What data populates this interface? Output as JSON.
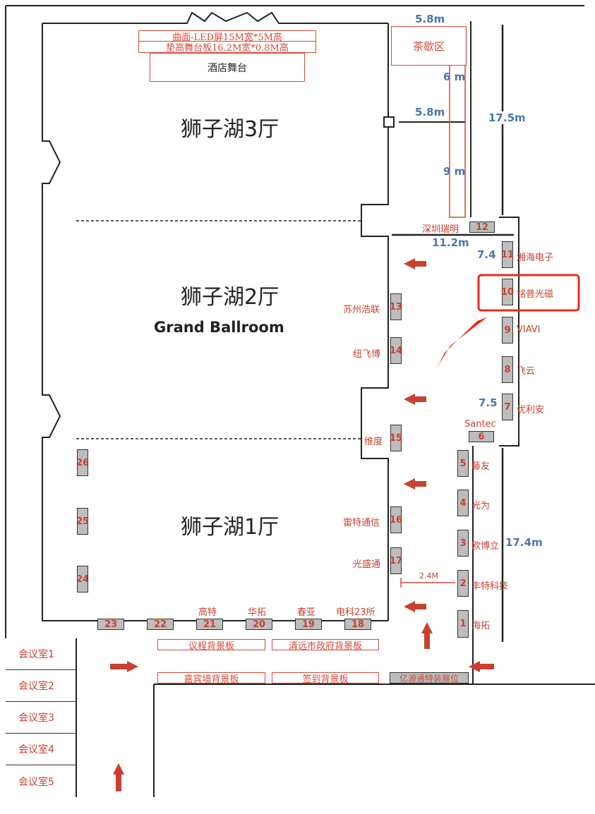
{
  "stage": {
    "led": "曲面-LED屏15M宽*5M高",
    "riser": "垫高舞台板16.2M宽*0.8M高",
    "hotel_stage": "酒店舞台"
  },
  "tea_area": "茶歇区",
  "halls": {
    "hall3": "狮子湖3厅",
    "hall2": "狮子湖2厅",
    "hall1": "狮子湖1厅",
    "ballroom": "Grand Ballroom"
  },
  "dimensions": {
    "d1": "5.8m",
    "d2": "6  m",
    "d3": "5.8m",
    "d4": "9  m",
    "d5": "17.5m",
    "d6": "11.2m",
    "d7": "7.4",
    "d8": "7.5",
    "d9": "17.4m",
    "d10": "2.4M"
  },
  "booths": [
    {
      "num": "1",
      "name": "海拓"
    },
    {
      "num": "2",
      "name": "丰特科技"
    },
    {
      "num": "3",
      "name": "欧博立"
    },
    {
      "num": "4",
      "name": "光为"
    },
    {
      "num": "5",
      "name": "藤友"
    },
    {
      "num": "6",
      "name": "Santec"
    },
    {
      "num": "7",
      "name": "优利安"
    },
    {
      "num": "8",
      "name": "飞云"
    },
    {
      "num": "9",
      "name": "VIAVI"
    },
    {
      "num": "10",
      "name": "铭普光磁"
    },
    {
      "num": "11",
      "name": "湘海电子"
    },
    {
      "num": "12",
      "name": "深圳瑞明"
    },
    {
      "num": "13",
      "name": "苏州浩联"
    },
    {
      "num": "14",
      "name": "纽飞博"
    },
    {
      "num": "15",
      "name": "维度"
    },
    {
      "num": "16",
      "name": "雷特通信"
    },
    {
      "num": "17",
      "name": "光盛通"
    },
    {
      "num": "18",
      "name": "电科23所"
    },
    {
      "num": "19",
      "name": "春亚"
    },
    {
      "num": "20",
      "name": "华拓"
    },
    {
      "num": "21",
      "name": "高特"
    },
    {
      "num": "22",
      "name": ""
    },
    {
      "num": "23",
      "name": ""
    },
    {
      "num": "24",
      "name": ""
    },
    {
      "num": "25",
      "name": ""
    },
    {
      "num": "26",
      "name": ""
    }
  ],
  "boards": {
    "agenda": "议程背景板",
    "gov": "清远市政府背景板",
    "guest": "嘉宾墙背景板",
    "signin": "签到背景板",
    "special": "亿源通特装展位"
  },
  "meeting_rooms": [
    "会议室1",
    "会议室2",
    "会议室3",
    "会议室4",
    "会议室5"
  ],
  "colors": {
    "red": "#c8402f",
    "blue": "#4a76b0",
    "highlight": "#f0281e",
    "booth": "#bdbdbd"
  }
}
